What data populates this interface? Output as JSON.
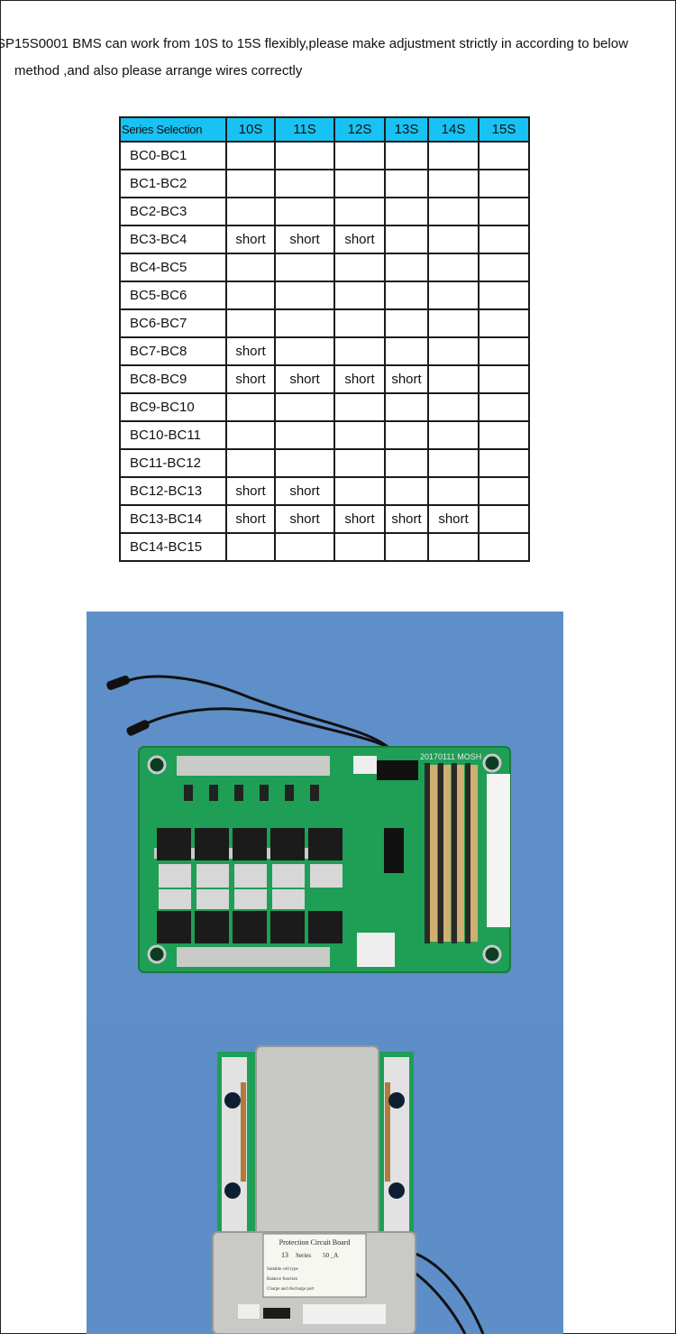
{
  "intro": {
    "line1": "SP15S0001 BMS  can work from 10S to 15S flexibly,please make adjustment strictly in according to below",
    "line2": "method ,and also please arrange wires correctly"
  },
  "table": {
    "header_label": "Series Selection",
    "columns": [
      "10S",
      "11S",
      "12S",
      "13S",
      "14S",
      "15S"
    ],
    "rows": [
      {
        "label": "BC0-BC1",
        "cells": [
          "",
          "",
          "",
          "",
          "",
          ""
        ]
      },
      {
        "label": "BC1-BC2",
        "cells": [
          "",
          "",
          "",
          "",
          "",
          ""
        ]
      },
      {
        "label": "BC2-BC3",
        "cells": [
          "",
          "",
          "",
          "",
          "",
          ""
        ]
      },
      {
        "label": "BC3-BC4",
        "cells": [
          "short",
          "short",
          "short",
          "",
          "",
          ""
        ]
      },
      {
        "label": "BC4-BC5",
        "cells": [
          "",
          "",
          "",
          "",
          "",
          ""
        ]
      },
      {
        "label": "BC5-BC6",
        "cells": [
          "",
          "",
          "",
          "",
          "",
          ""
        ]
      },
      {
        "label": "BC6-BC7",
        "cells": [
          "",
          "",
          "",
          "",
          "",
          ""
        ]
      },
      {
        "label": "BC7-BC8",
        "cells": [
          "short",
          "",
          "",
          "",
          "",
          ""
        ]
      },
      {
        "label": "BC8-BC9",
        "cells": [
          "short",
          "short",
          "short",
          "short",
          "",
          ""
        ]
      },
      {
        "label": "BC9-BC10",
        "cells": [
          "",
          "",
          "",
          "",
          "",
          ""
        ]
      },
      {
        "label": "BC10-BC11",
        "cells": [
          "",
          "",
          "",
          "",
          "",
          ""
        ]
      },
      {
        "label": "BC11-BC12",
        "cells": [
          "",
          "",
          "",
          "",
          "",
          ""
        ]
      },
      {
        "label": "BC12-BC13",
        "cells": [
          "short",
          "short",
          "",
          "",
          "",
          ""
        ]
      },
      {
        "label": "BC13-BC14",
        "cells": [
          "short",
          "short",
          "short",
          "short",
          "short",
          ""
        ]
      },
      {
        "label": "BC14-BC15",
        "cells": [
          "",
          "",
          "",
          "",
          "",
          ""
        ]
      }
    ]
  },
  "photo_board_top": {
    "board_marking": "20170111 MOSH"
  },
  "photo_board_label": {
    "title": "Protection Circuit Board",
    "series": "Series",
    "series_value": "13",
    "model_suffix": "50 _A",
    "cell_type": "Suitable cell type",
    "balance": "Balance function",
    "charge": "Charge and discharge port"
  },
  "colors": {
    "header_cyan": "#18c2f3",
    "pcb_green": "#1f9e55",
    "photo_blue": "#5f8fc9"
  }
}
